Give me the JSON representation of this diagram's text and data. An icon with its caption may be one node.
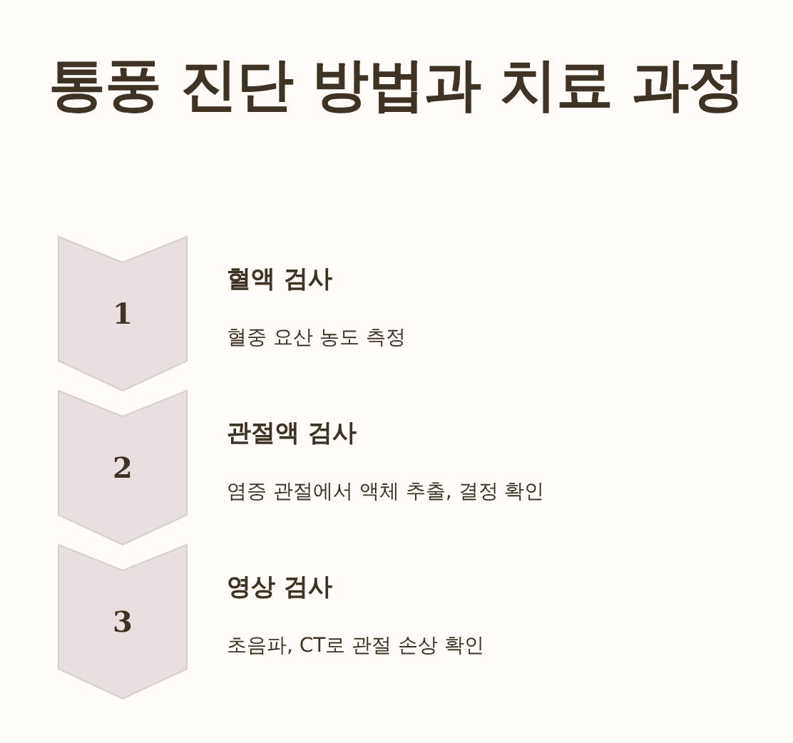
{
  "diagram": {
    "title": "통풍 진단 방법과 치료 과정",
    "nodes": [
      {
        "text": [
          "1"
        ],
        "beside": [
          "혈액 검사",
          "혈중 요산 농도 측정"
        ]
      },
      {
        "text": [
          "2"
        ],
        "beside": [
          "관절액 검사",
          "염증 관절에서 액체 추출, 결정 확인"
        ]
      },
      {
        "text": [
          "3"
        ],
        "beside": [
          "영상 검사",
          "초음파, CT로 관절 손상 확인"
        ]
      }
    ]
  }
}
